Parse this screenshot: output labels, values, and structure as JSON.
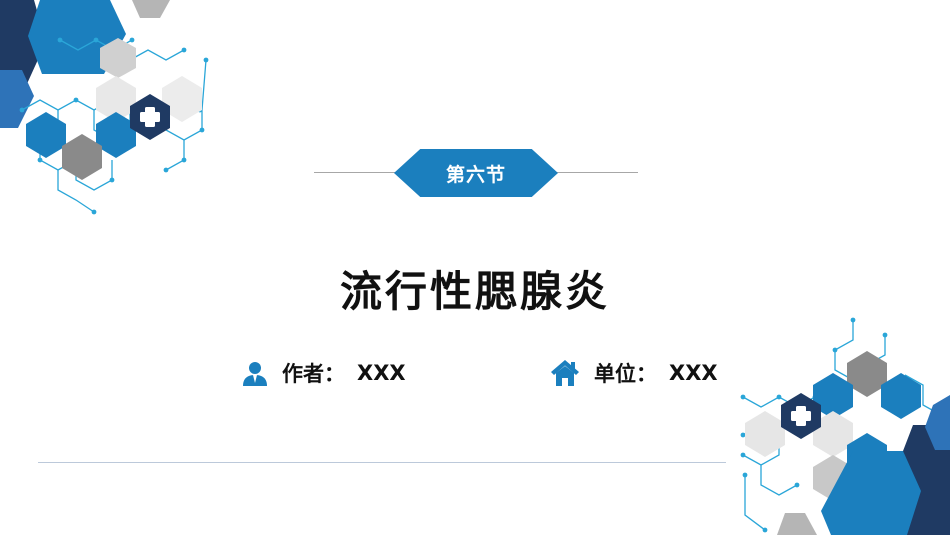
{
  "section": {
    "label": "第六节"
  },
  "title": "流行性腮腺炎",
  "author": {
    "label": "作者：",
    "value": "XXX",
    "icon": "person-icon"
  },
  "unit": {
    "label": "单位：",
    "value": "XXX",
    "icon": "home-icon"
  },
  "colors": {
    "accent_blue": "#1b7fbe",
    "navy": "#1f3a63",
    "cyan": "#2aa6d8",
    "gray": "#8a8a8a",
    "light_gray": "#e6e6e6",
    "text": "#111111"
  }
}
